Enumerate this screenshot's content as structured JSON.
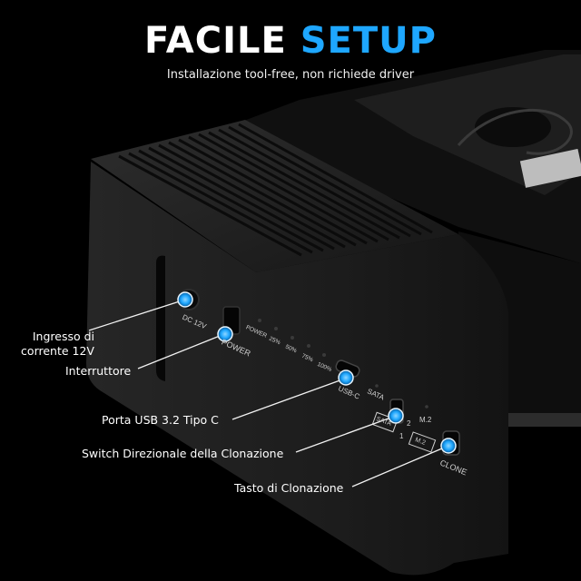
{
  "header": {
    "title_part1": "FACILE",
    "title_part2": "SETUP",
    "subtitle": "Installazione tool-free, non richiede driver"
  },
  "colors": {
    "accent": "#1ea7ff",
    "background": "#000000",
    "device": "#1b1b1b"
  },
  "callouts": [
    {
      "line1": "Ingresso di",
      "line2": "corrente 12V"
    },
    {
      "text": "Interruttore"
    },
    {
      "text": "Porta USB 3.2 Tipo C"
    },
    {
      "text": "Switch Direzionale  della Clonazione"
    },
    {
      "text": "Tasto di Clonazione"
    }
  ],
  "panel": {
    "dc": "DC 12V",
    "power": "POWER",
    "led_power": "POWER",
    "led_25": "25%",
    "led_50": "50%",
    "led_75": "75%",
    "led_100": "100%",
    "usbc": "USB-C",
    "sata_top": "SATA",
    "switch_1": "1",
    "switch_2": "2",
    "sata_box": "SATA",
    "m2_box": "M.2",
    "m2_top": "M.2",
    "clone": "CLONE"
  }
}
